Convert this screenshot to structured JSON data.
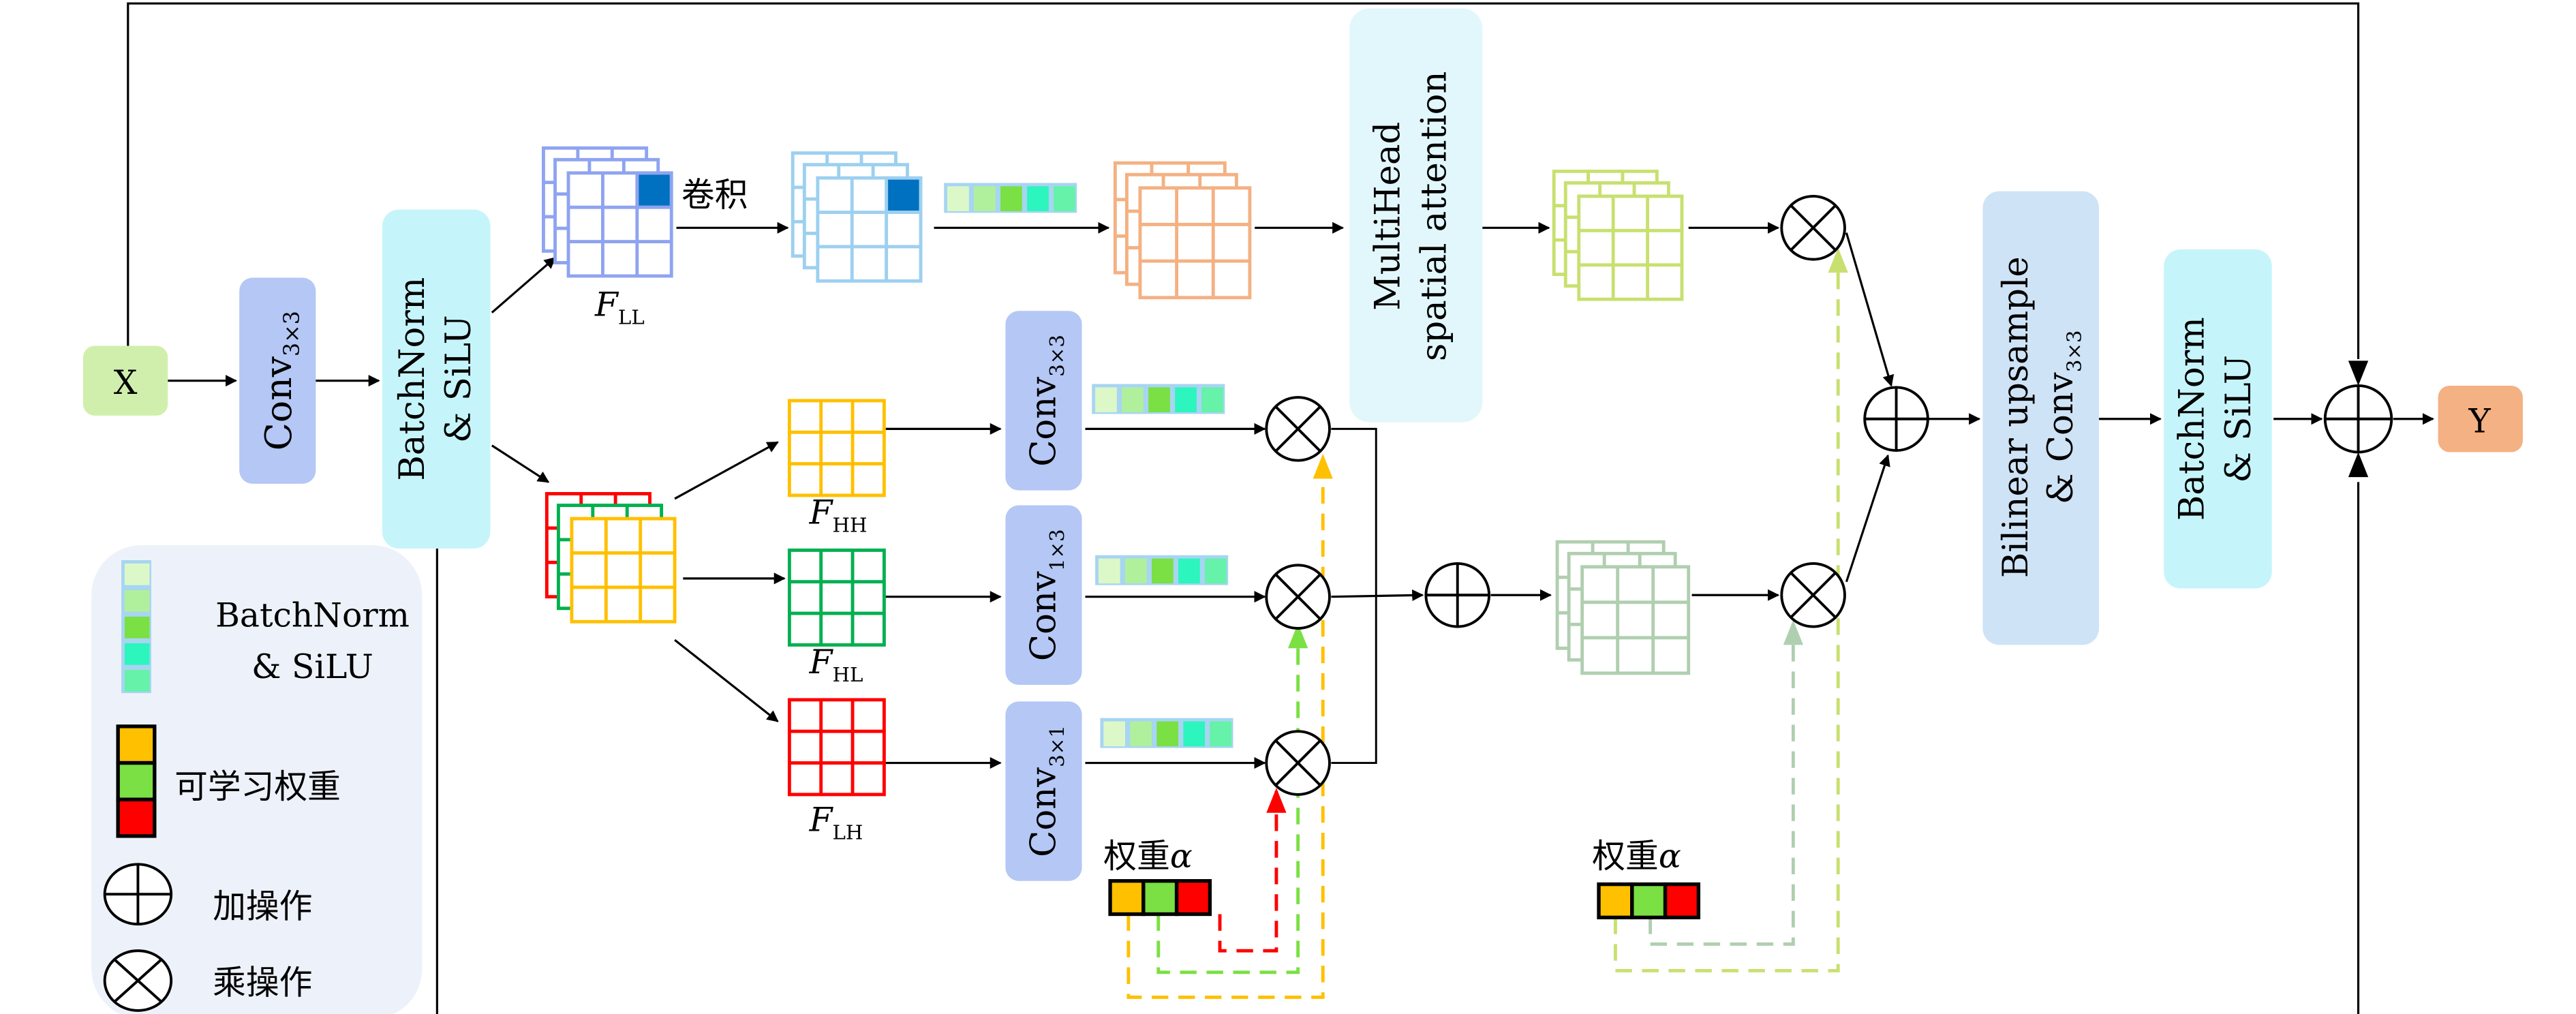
{
  "diagram": {
    "input_label": "X",
    "output_label": "Y",
    "conv_first": {
      "main": "Conv",
      "sub": "3×3"
    },
    "bn_first": {
      "line1": "BatchNorm",
      "line2": "& SiLU"
    },
    "ll_branch": {
      "feature_label": "F",
      "feature_sub": "LL",
      "conv_label": "卷积",
      "attention_line1": "MultiHead",
      "attention_line2": "spatial attention"
    },
    "high_branches": [
      {
        "feature_label": "F",
        "feature_sub": "HH",
        "conv_main": "Conv",
        "conv_sub": "3×3",
        "color": "#FFC000"
      },
      {
        "feature_label": "F",
        "feature_sub": "HL",
        "conv_main": "Conv",
        "conv_sub": "1×3",
        "color": "#00B050"
      },
      {
        "feature_label": "F",
        "feature_sub": "LH",
        "conv_main": "Conv",
        "conv_sub": "3×1",
        "color": "#FF0000"
      }
    ],
    "weight_label_1": {
      "text": "权重",
      "symbol": "α"
    },
    "weight_label_2": {
      "text": "权重",
      "symbol": "α"
    },
    "upsample": {
      "line1": "Bilinear upsample",
      "line2": "& Conv",
      "sub": "3×3"
    },
    "bn_last": {
      "line1": "BatchNorm",
      "line2": "& SiLU"
    }
  },
  "legend": {
    "items": [
      {
        "icon": "batchnorm-silu-icon",
        "line1": "BatchNorm",
        "line2": "& SiLU"
      },
      {
        "icon": "learnable-weight-icon",
        "label": "可学习权重"
      },
      {
        "icon": "add-operation-icon",
        "label": "加操作"
      },
      {
        "icon": "multiply-operation-icon",
        "label": "乘操作"
      }
    ]
  },
  "colors": {
    "input_box": "#D0EFAD",
    "output_box": "#F4B183",
    "conv_box": "#B4C7F5",
    "bn_box": "#C5F5FA",
    "attention_box": "#E2F7FB",
    "upsample_box": "#CFE3F6",
    "legend_bg": "#EDF2FA",
    "bn_strip": [
      "#DDF8C8",
      "#B0F09C",
      "#7AE043",
      "#2CF5BD",
      "#66F2A8"
    ],
    "weight_cells": [
      "#FFC000",
      "#7AE043",
      "#FF0000"
    ]
  }
}
